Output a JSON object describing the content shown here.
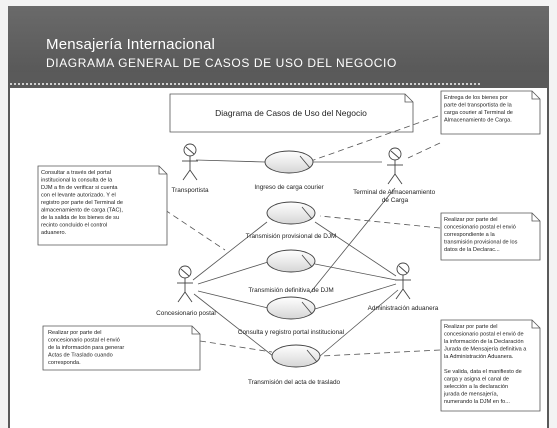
{
  "header": {
    "title": "Mensajería Internacional",
    "subtitle": "DIAGRAMA GENERAL  DE CASOS DE USO DEL NEGOCIO"
  },
  "diagram": {
    "title_note": "Diagrama de Casos de Uso del Negocio",
    "actors": {
      "transportista": "Transportista",
      "terminal": [
        "Terminal de Almacenamiento",
        "de Carga"
      ],
      "concesionario": "Concesionario postal",
      "aduana": "Administración aduanera"
    },
    "use_cases": {
      "ingreso": "Ingreso de carga courier",
      "provisional": "Transmisión provisional de DJM",
      "definitiva": "Transmisión definitiva de DJM",
      "consulta": "Consulta y registro portal institucional",
      "acta": "Transmisión del acta de traslado"
    },
    "notes": {
      "entrega": [
        "Entrega de los bienes por",
        "parte del transportista de la",
        "carga courier al Terminal de",
        "Almacenamiento de Carga."
      ],
      "consultar": [
        "Consultar a través del portal",
        "institucional la consulta de la",
        "DJM a fin de verificar si cuenta",
        "con el levante autorizado. Y el",
        "registro por parte del Terminal de",
        "almacenamiento de carga (TAC),",
        "de la salida de los bienes de su",
        "recinto concluido el control",
        "aduanero."
      ],
      "realizar_provisional": [
        "Realizar por parte del",
        "concesionario postal el envió",
        "correspondiente a la",
        "transmisión provisional de los",
        "datos de la Declarac..."
      ],
      "realizar_acta": [
        "Realizar por parte del",
        "concesionario postal el envió",
        "de la información para generar",
        "Actas de Traslado cuando",
        "corresponda."
      ],
      "realizar_definitiva": [
        "Realizar por parte del",
        "concesionario postal el envió de",
        "la información de la Declaración",
        "Jurada de Mensajería definitiva a",
        "la Administración Aduanera.",
        "",
        "Se valida, data el manifiesto de",
        "carga y asigna el canal de",
        "selección a la declaración",
        "jurada de mensajería,",
        "numerando la DJM en fo..."
      ]
    }
  },
  "colors": {
    "header_bg": "#5c5c5c",
    "canvas_bg": "#ffffff",
    "line": "#444444"
  }
}
